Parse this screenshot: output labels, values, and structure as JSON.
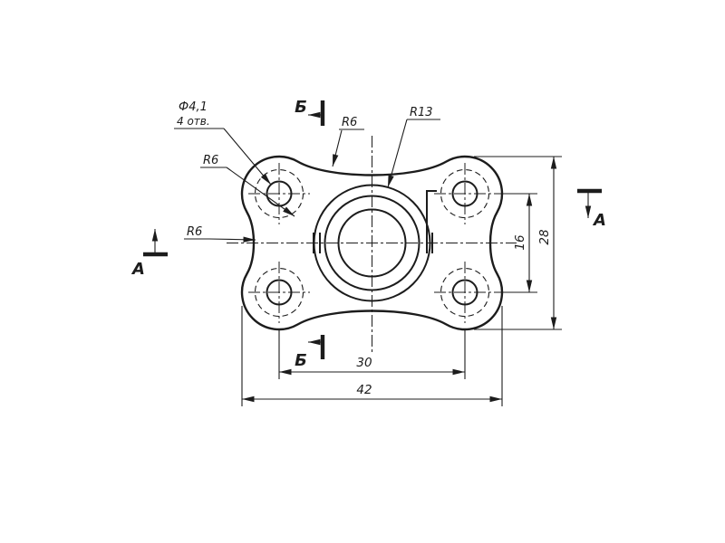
{
  "title": "Flange plate technical drawing",
  "callouts": {
    "hole_diameter": "Ф4,1",
    "hole_count": "4 отв.",
    "fillet_upper": "R6",
    "fillet_left": "R6",
    "fillet_top": "R6",
    "boss_radius": "R13"
  },
  "dimensions": {
    "hole_spacing_vertical": "16",
    "overall_height": "28",
    "hole_spacing_horizontal": "30",
    "overall_width": "42"
  },
  "section_marks": {
    "b_top": "Б",
    "b_bottom": "Б",
    "a_left": "А",
    "a_right": "А"
  },
  "colors": {
    "ink": "#1c1c1c",
    "paper": "#ffffff"
  }
}
